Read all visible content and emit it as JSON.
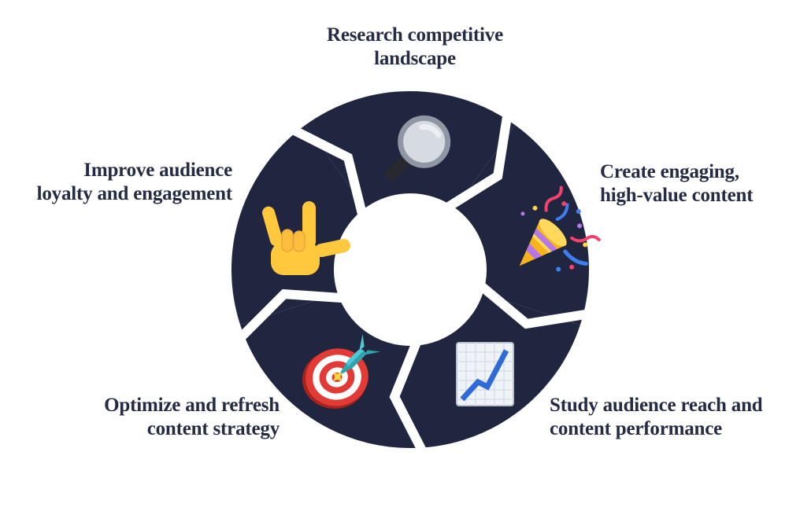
{
  "diagram": {
    "type": "cycle",
    "flow_direction": "clockwise",
    "background_color": "#ffffff",
    "ring_color": "#212640",
    "gap_color": "#ffffff",
    "label_color": "#262b45",
    "steps": [
      {
        "id": "research",
        "position": "top",
        "icon": "magnifying-glass",
        "label": "Research competitive landscape",
        "lines": [
          "Research competitive",
          "landscape"
        ]
      },
      {
        "id": "create",
        "position": "right",
        "icon": "party-popper",
        "label": "Create engaging, high-value content",
        "lines": [
          "Create engaging,",
          "high-value content"
        ]
      },
      {
        "id": "study",
        "position": "bottom-right",
        "icon": "chart-increasing",
        "label": "Study audience reach and content performance",
        "lines": [
          "Study audience reach and",
          "content performance"
        ]
      },
      {
        "id": "optimize",
        "position": "bottom-left",
        "icon": "dart-target",
        "label": "Optimize and refresh content strategy",
        "lines": [
          "Optimize and refresh",
          "content strategy"
        ]
      },
      {
        "id": "improve",
        "position": "left",
        "icon": "love-you-gesture",
        "label": "Improve audience loyalty and engagement",
        "lines": [
          "Improve audience",
          "loyalty and engagement"
        ]
      }
    ]
  }
}
